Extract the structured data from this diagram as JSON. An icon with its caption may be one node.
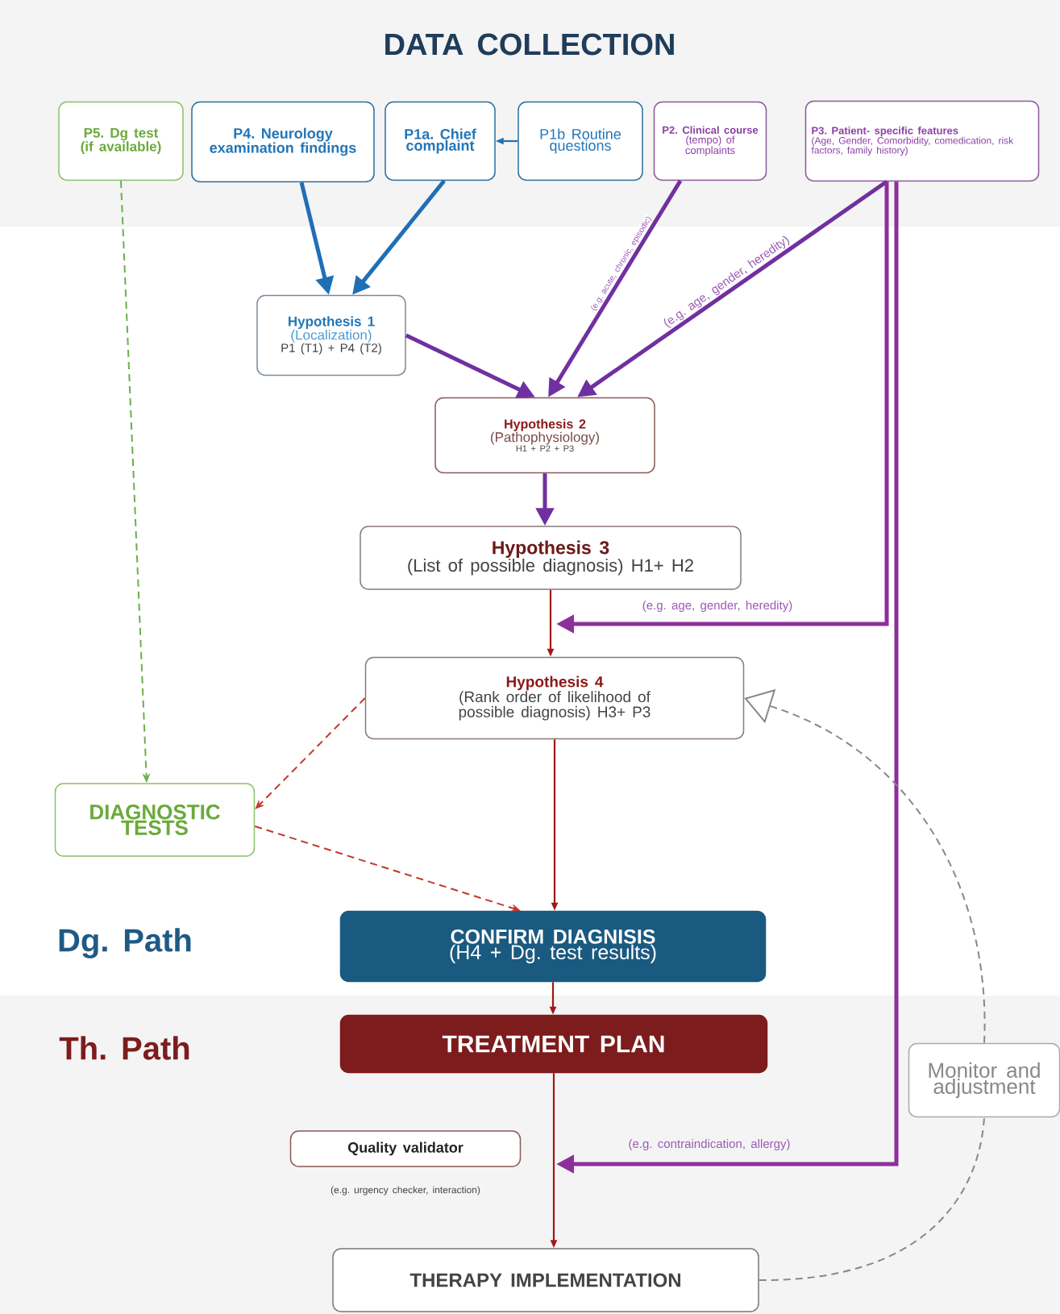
{
  "diagram": {
    "title": "DATA COLLECTION",
    "nodes": [
      {
        "text": [
          "P5. Dg test (if available)"
        ]
      },
      {
        "text": [
          "P4. Neurology examination findings"
        ]
      },
      {
        "text": [
          "P1a. Chief complaint"
        ]
      },
      {
        "text": [
          "P1b Routine questions"
        ]
      },
      {
        "text": [
          "P2. Clinical course",
          "(tempo) of complaints"
        ]
      },
      {
        "text": [
          "P3. Patient- specific features",
          "(Age, Gender, Comorbidity, comedication, risk factors, family history)"
        ]
      },
      {
        "text": [
          "Hypothesis 1",
          "(Localization)",
          "P1 (T1) + P4 (T2)"
        ]
      },
      {
        "text": [
          "Hypothesis 2",
          "(Pathophysiology)",
          "H1 + P2 + P3"
        ]
      },
      {
        "text": [
          "Hypothesis 3",
          "(List of possible diagnosis)  H1+ H2"
        ]
      },
      {
        "text": [
          "Hypothesis 4",
          "(Rank order of likelihood of possible diagnosis) H3+ P3"
        ]
      },
      {
        "text": [
          "DIAGNOSTIC TESTS"
        ]
      },
      {
        "text": [
          "CONFIRM DIAGNISIS",
          "(H4 + Dg. test results)"
        ]
      },
      {
        "text": [
          "TREATMENT PLAN"
        ]
      },
      {
        "text": [
          "Quality validator"
        ],
        "beside": [
          "(e.g. urgency checker, interaction)"
        ]
      },
      {
        "text": [
          "THERAPY IMPLEMENTATION"
        ]
      },
      {
        "text": [
          "Monitor and adjustment"
        ]
      }
    ],
    "edges": [
      {
        "from": 3,
        "to": 2,
        "arrow": "to",
        "color": "#1f6fb5"
      },
      {
        "from": 1,
        "to": 6,
        "arrow": "to",
        "style": "thick",
        "color": "#1f6fb5"
      },
      {
        "from": 2,
        "to": 6,
        "arrow": "to",
        "style": "thick",
        "color": "#1f6fb5"
      },
      {
        "from": 6,
        "to": 7,
        "arrow": "to",
        "style": "thick",
        "color": "#7030a0"
      },
      {
        "from": 4,
        "to": 7,
        "arrow": "to",
        "style": "thick",
        "color": "#7030a0",
        "label": "(e.g. acute, chronic, episodic)"
      },
      {
        "from": 5,
        "to": 7,
        "arrow": "to",
        "style": "thick",
        "color": "#7030a0",
        "label": "(e.g. age, gender, heredity)"
      },
      {
        "from": 7,
        "to": 8,
        "arrow": "to",
        "style": "thick",
        "color": "#7030a0"
      },
      {
        "from": 8,
        "to": 9,
        "arrow": "to",
        "color": "#a01818"
      },
      {
        "from": 5,
        "to": null,
        "arrow": "to",
        "style": "thick",
        "color": "#8e2e9c",
        "label": "(e.g. age, gender, heredity)"
      },
      {
        "from": 0,
        "to": 10,
        "arrow": "to",
        "style": "dashed",
        "color": "#6ab04c"
      },
      {
        "from": 9,
        "to": 10,
        "arrow": "to",
        "style": "dashed",
        "color": "#c0392b"
      },
      {
        "from": 10,
        "to": 11,
        "arrow": "to",
        "style": "dashed",
        "color": "#c0392b"
      },
      {
        "from": 9,
        "to": 11,
        "arrow": "to",
        "color": "#a01818"
      },
      {
        "from": 11,
        "to": 12,
        "arrow": "to",
        "color": "#a01818"
      },
      {
        "from": 12,
        "to": 14,
        "arrow": "to",
        "color": "#a01818"
      },
      {
        "from": 5,
        "to": null,
        "arrow": "to",
        "style": "thick",
        "color": "#8e2e9c",
        "label": "(e.g. contraindication, allergy)"
      },
      {
        "from": 14,
        "to": 15,
        "arrow": "none",
        "style": "dashed",
        "color": "#888888"
      },
      {
        "from": 15,
        "to": 9,
        "arrow": "to",
        "style": "dashed",
        "color": "#888888"
      }
    ],
    "labels": [
      "Dg. Path",
      "Th. Path"
    ]
  }
}
